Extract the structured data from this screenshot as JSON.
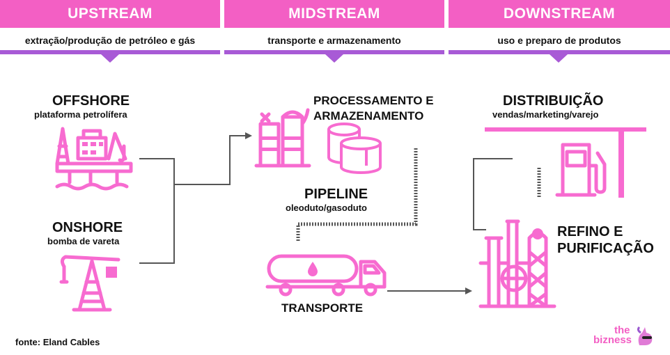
{
  "columns": [
    {
      "title": "UPSTREAM",
      "subtitle": "extração/produção de petróleo e gás"
    },
    {
      "title": "MIDSTREAM",
      "subtitle": "transporte e armazenamento"
    },
    {
      "title": "DOWNSTREAM",
      "subtitle": "uso e preparo de produtos"
    }
  ],
  "nodes": {
    "offshore": {
      "title": "OFFSHORE",
      "desc": "plataforma petrolífera"
    },
    "onshore": {
      "title": "ONSHORE",
      "desc": "bomba de vareta"
    },
    "processing": {
      "title_line1": "PROCESSAMENTO E",
      "title_line2": "ARMAZENAMENTO"
    },
    "pipeline": {
      "title": "PIPELINE",
      "desc": "oleoduto/gasoduto"
    },
    "transport": {
      "title": "TRANSPORTE"
    },
    "distribution": {
      "title": "DISTRIBUIÇÃO",
      "desc": "vendas/marketing/varejo"
    },
    "refining": {
      "title_line1": "REFINO E",
      "title_line2": "PURIFICAÇÃO"
    }
  },
  "source": "fonte: Eland Cables",
  "logo": {
    "line1": "the",
    "line2": "bizness"
  },
  "colors": {
    "header": "#f35fc4",
    "accent": "#a85ad6",
    "icon": "#f76bd0",
    "connector": "#555555"
  }
}
